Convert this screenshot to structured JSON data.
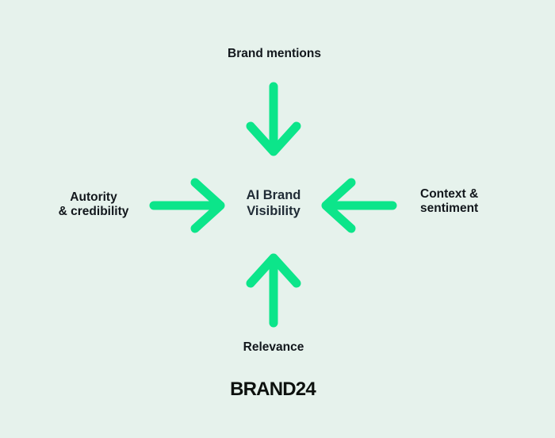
{
  "colors": {
    "background": "#e6f2ec",
    "arrow": "#0ce58a",
    "text": "#12171c",
    "center_text": "#202c36",
    "logo": "#0d110e"
  },
  "diagram": {
    "top_label": "Brand mentions",
    "left_label": "Autority\n& credibility",
    "right_label": "Context &\nsentiment",
    "bottom_label": "Relevance",
    "center_title": "AI Brand\nVisibility",
    "logo_text": "BRAND24",
    "icons": [
      "arrow-down-icon",
      "arrow-right-icon",
      "arrow-left-icon",
      "arrow-up-icon"
    ]
  }
}
